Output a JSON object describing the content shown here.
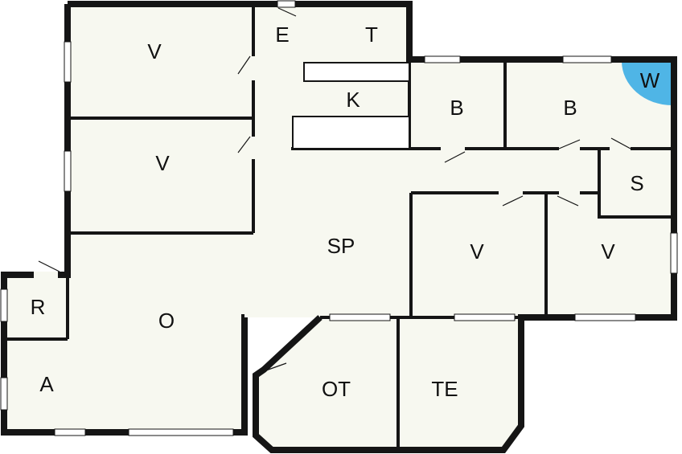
{
  "colors": {
    "floor": "#f7f8f0",
    "wall": "#151515",
    "wet_zone": "#4fb5e6",
    "window": "#ffffff"
  },
  "rooms": {
    "bedroom_1": "V",
    "bedroom_2": "V",
    "bedroom_3": "V",
    "bedroom_4": "V",
    "entrance": "E",
    "t": "T",
    "kitchen": "K",
    "bathroom_1": "B",
    "bathroom_2": "B",
    "w": "W",
    "s": "S",
    "sp": "SP",
    "r": "R",
    "o": "O",
    "a": "A",
    "ot": "OT",
    "te": "TE"
  }
}
